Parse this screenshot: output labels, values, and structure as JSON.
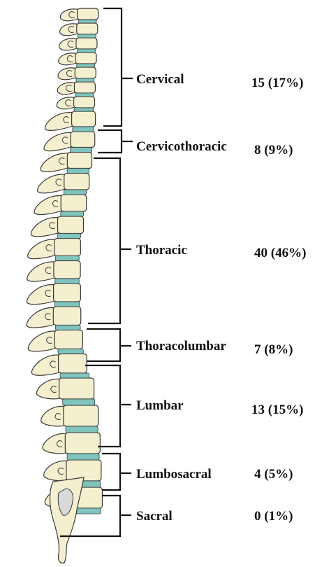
{
  "regions": [
    {
      "label": "Cervical",
      "count": "15 (17%)",
      "value": 15,
      "percent": 17
    },
    {
      "label": "Cervicothoracic",
      "count": "8 (9%)",
      "value": 8,
      "percent": 9
    },
    {
      "label": "Thoracic",
      "count": "40 (46%)",
      "value": 40,
      "percent": 46
    },
    {
      "label": "Thoracolumbar",
      "count": "7 (8%)",
      "value": 7,
      "percent": 8
    },
    {
      "label": "Lumbar",
      "count": "13 (15%)",
      "value": 13,
      "percent": 15
    },
    {
      "label": "Lumbosacral",
      "count": "4 (5%)",
      "value": 4,
      "percent": 5
    },
    {
      "label": "Sacral",
      "count": "0 (1%)",
      "value": 0,
      "percent": 1
    }
  ],
  "colors": {
    "bone": "#f4efcf",
    "bone_outline": "#3a3a3a",
    "disc": "#7fc4bd",
    "sacral_window": "#d9d9d9",
    "bracket": "#111111"
  }
}
